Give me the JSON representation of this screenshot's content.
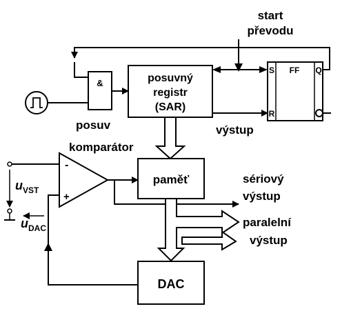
{
  "labels": {
    "start_line1": "start",
    "start_line2": "převodu",
    "and_symbol": "&",
    "sar_line1": "posuvný",
    "sar_line2": "registr",
    "sar_line3": "(SAR)",
    "ff": "FF",
    "ff_s": "S",
    "ff_r": "R",
    "ff_q": "Q",
    "posuv": "posuv",
    "vystup": "výstup",
    "komparator": "komparátor",
    "minus": "-",
    "plus": "+",
    "pamet": "paměť",
    "seriovy_line1": "sériový",
    "seriovy_line2": "výstup",
    "paralelni_line1": "paralelní",
    "paralelni_line2": "výstup",
    "uvst_main": "u",
    "uvst_sub": "VST",
    "udac_main": "u",
    "udac_sub": "DAC",
    "dac": "DAC"
  }
}
